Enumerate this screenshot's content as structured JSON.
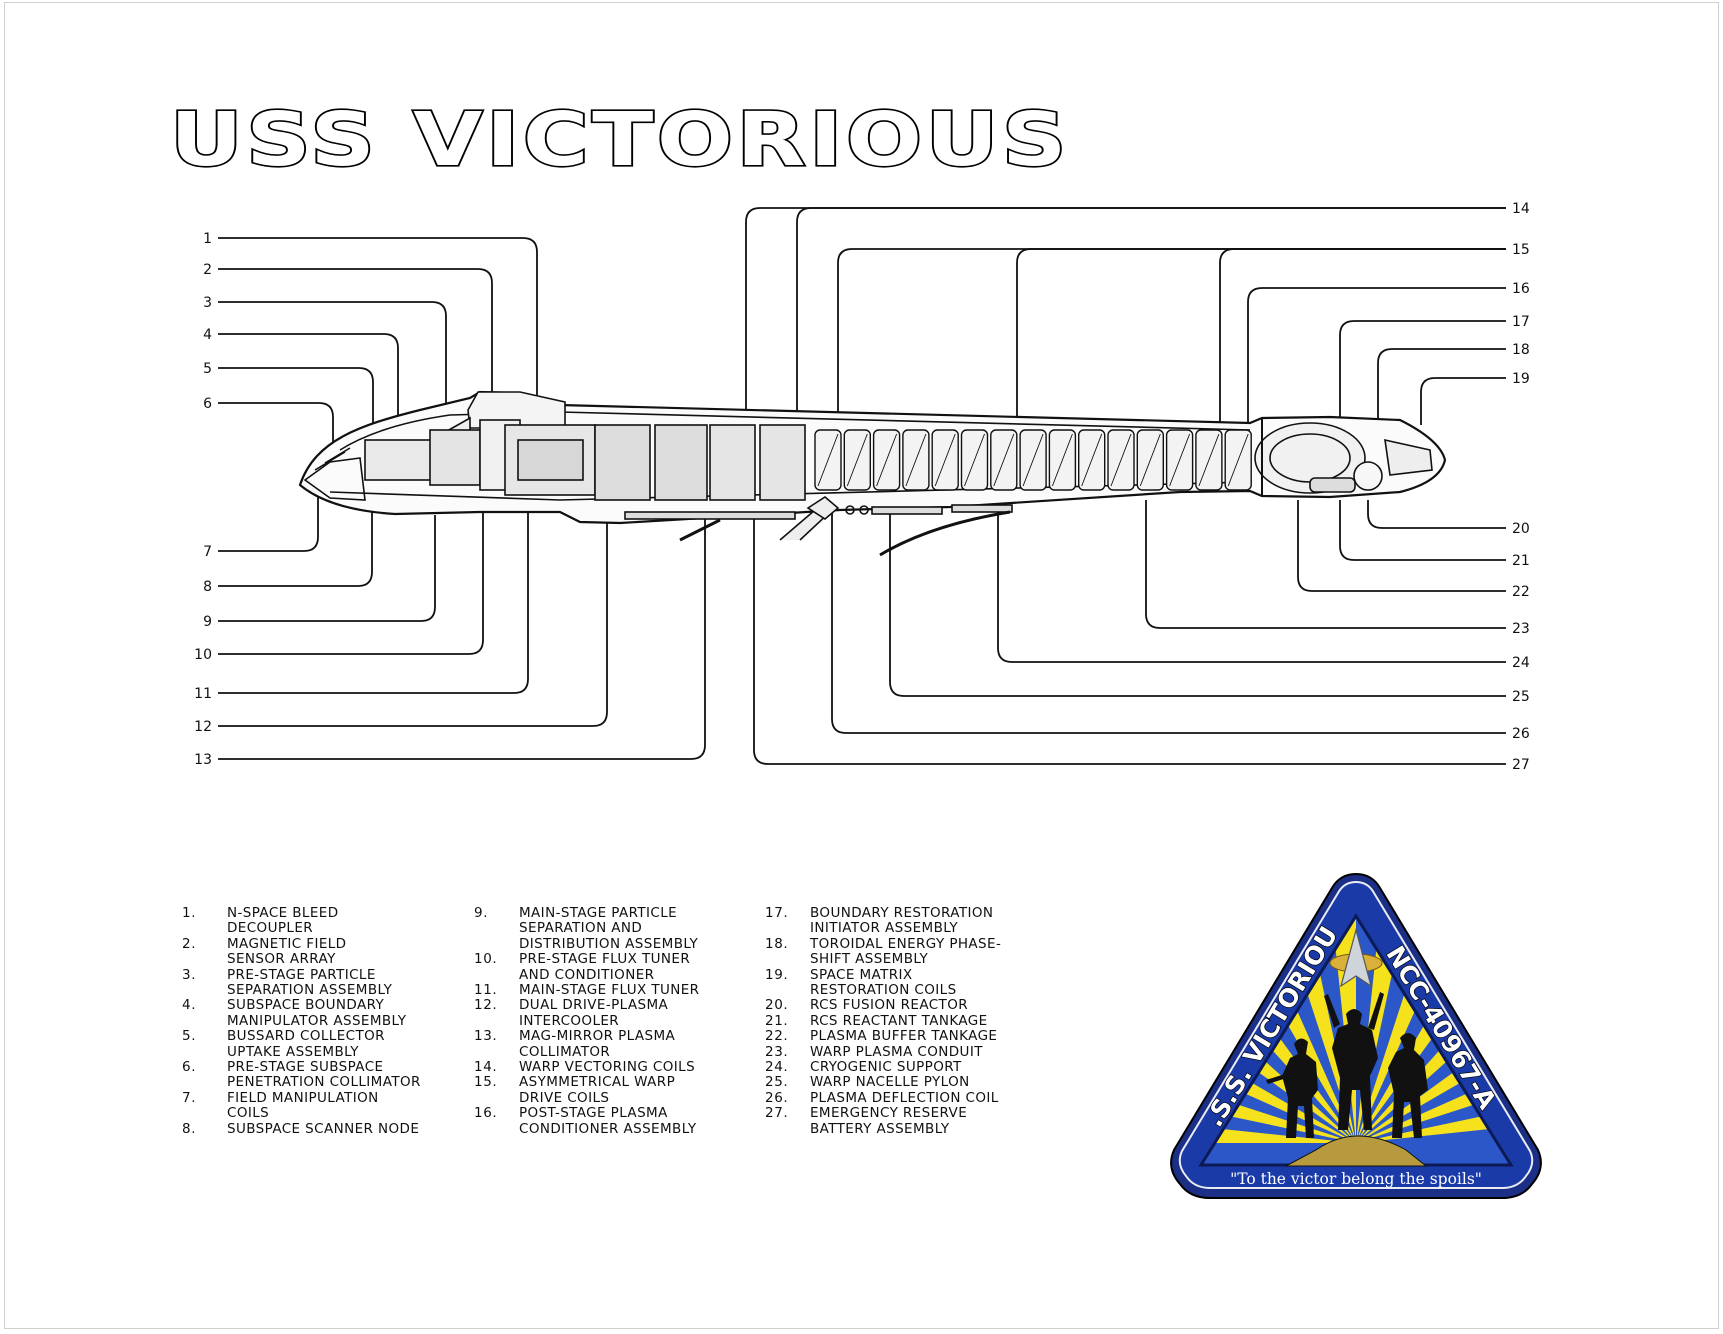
{
  "title": "USS VICTORIOUS",
  "callout_numbers": [
    "1",
    "2",
    "3",
    "4",
    "5",
    "6",
    "7",
    "8",
    "9",
    "10",
    "11",
    "12",
    "13",
    "14",
    "15",
    "16",
    "17",
    "18",
    "19",
    "20",
    "21",
    "22",
    "23",
    "24",
    "25",
    "26",
    "27"
  ],
  "legend": [
    {
      "num": "1.",
      "text": "N-SPACE BLEED\nDECOUPLER"
    },
    {
      "num": "2.",
      "text": "MAGNETIC FIELD\nSENSOR ARRAY"
    },
    {
      "num": "3.",
      "text": "PRE-STAGE PARTICLE\nSEPARATION ASSEMBLY"
    },
    {
      "num": "4.",
      "text": "SUBSPACE BOUNDARY\nMANIPULATOR ASSEMBLY"
    },
    {
      "num": "5.",
      "text": "BUSSARD COLLECTOR\nUPTAKE ASSEMBLY"
    },
    {
      "num": "6.",
      "text": "PRE-STAGE SUBSPACE\nPENETRATION COLLIMATOR"
    },
    {
      "num": "7.",
      "text": "FIELD MANIPULATION\nCOILS"
    },
    {
      "num": "8.",
      "text": "SUBSPACE SCANNER NODE"
    },
    {
      "num": "9.",
      "text": "MAIN-STAGE PARTICLE\nSEPARATION AND\nDISTRIBUTION ASSEMBLY"
    },
    {
      "num": "10.",
      "text": "PRE-STAGE FLUX TUNER\nAND CONDITIONER"
    },
    {
      "num": "11.",
      "text": "MAIN-STAGE FLUX TUNER"
    },
    {
      "num": "12.",
      "text": "DUAL DRIVE-PLASMA\nINTERCOOLER"
    },
    {
      "num": "13.",
      "text": "MAG-MIRROR PLASMA\nCOLLIMATOR"
    },
    {
      "num": "14.",
      "text": "WARP VECTORING COILS"
    },
    {
      "num": "15.",
      "text": "ASYMMETRICAL WARP\nDRIVE COILS"
    },
    {
      "num": "16.",
      "text": "POST-STAGE PLASMA\nCONDITIONER ASSEMBLY"
    },
    {
      "num": "17.",
      "text": "BOUNDARY RESTORATION\nINITIATOR ASSEMBLY"
    },
    {
      "num": "18.",
      "text": "TOROIDAL ENERGY PHASE-\nSHIFT ASSEMBLY"
    },
    {
      "num": "19.",
      "text": "SPACE MATRIX\nRESTORATION COILS"
    },
    {
      "num": "20.",
      "text": "RCS FUSION REACTOR"
    },
    {
      "num": "21.",
      "text": "RCS REACTANT TANKAGE"
    },
    {
      "num": "22.",
      "text": "PLASMA BUFFER TANKAGE"
    },
    {
      "num": "23.",
      "text": "WARP PLASMA CONDUIT"
    },
    {
      "num": "24.",
      "text": "CRYOGENIC SUPPORT"
    },
    {
      "num": "25.",
      "text": "WARP NACELLE PYLON"
    },
    {
      "num": "26.",
      "text": "PLASMA DEFLECTION COIL"
    },
    {
      "num": "27.",
      "text": "EMERGENCY RESERVE\nBATTERY ASSEMBLY"
    }
  ],
  "patch": {
    "ship_name": "U.S.S. VICTORIOUS",
    "registry": "NCC-40967-A",
    "motto": "\"To the victor belong the spoils\"",
    "colors": {
      "border": "#1b2f86",
      "field": "#1a3aa8",
      "ray_yellow": "#f5e21c",
      "ray_blue": "#2b57c9",
      "silhouette": "#111111",
      "rim": "#e9ecf5"
    }
  }
}
